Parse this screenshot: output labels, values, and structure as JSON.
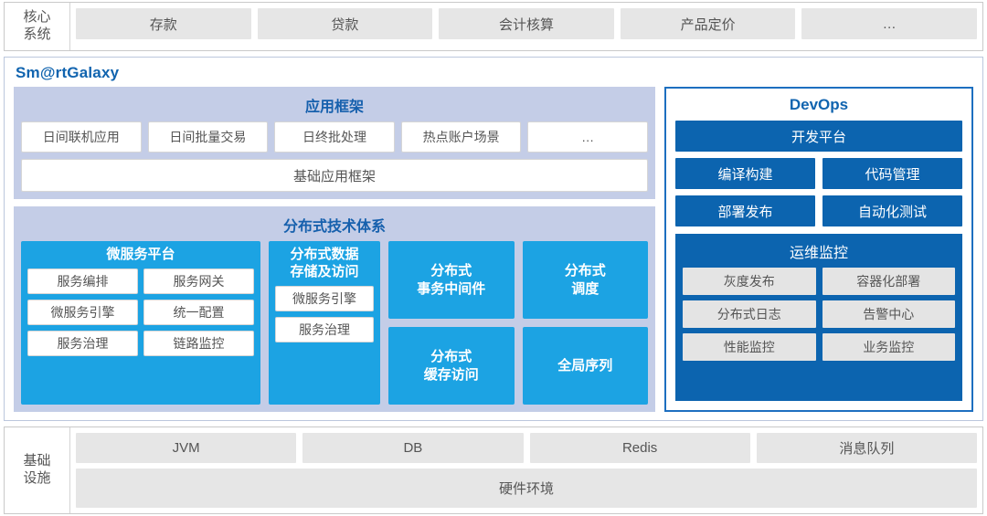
{
  "core_systems": {
    "label_line1": "核心",
    "label_line2": "系统",
    "items": [
      "存款",
      "贷款",
      "会计核算",
      "产品定价",
      "…"
    ]
  },
  "smartgalaxy": {
    "title": "Sm@rtGalaxy",
    "app_framework": {
      "title": "应用框架",
      "items": [
        "日间联机应用",
        "日间批量交易",
        "日终批处理",
        "热点账户场景",
        "…"
      ],
      "base": "基础应用框架"
    },
    "distributed": {
      "title": "分布式技术体系",
      "microservice_platform": {
        "title": "微服务平台",
        "items": [
          "服务编排",
          "服务网关",
          "微服务引擎",
          "统一配置",
          "服务治理",
          "链路监控"
        ]
      },
      "data_storage": {
        "title_line1": "分布式数据",
        "title_line2": "存储及访问",
        "items": [
          "微服务引擎",
          "服务治理"
        ]
      },
      "transaction_middleware": {
        "line1": "分布式",
        "line2": "事务中间件"
      },
      "scheduling": {
        "line1": "分布式",
        "line2": "调度"
      },
      "cache_access": {
        "line1": "分布式",
        "line2": "缓存访问"
      },
      "global_sequence": {
        "line1": "全局序列",
        "line2": ""
      }
    },
    "devops": {
      "title": "DevOps",
      "platform": "开发平台",
      "row1": [
        "编译构建",
        "代码管理"
      ],
      "row2": [
        "部署发布",
        "自动化测试"
      ],
      "ops_monitoring": {
        "title": "运维监控",
        "rows": [
          [
            "灰度发布",
            "容器化部署"
          ],
          [
            "分布式日志",
            "告警中心"
          ],
          [
            "性能监控",
            "业务监控"
          ]
        ]
      }
    }
  },
  "infrastructure": {
    "label_line1": "基础",
    "label_line2": "设施",
    "items": [
      "JVM",
      "DB",
      "Redis",
      "消息队列"
    ],
    "hardware": "硬件环境"
  },
  "colors": {
    "accent_blue": "#1164af",
    "cyan": "#1ca3e3",
    "lavender": "#c4cde7",
    "devops_blue": "#0c64af",
    "gray_box": "#e6e6e6"
  }
}
